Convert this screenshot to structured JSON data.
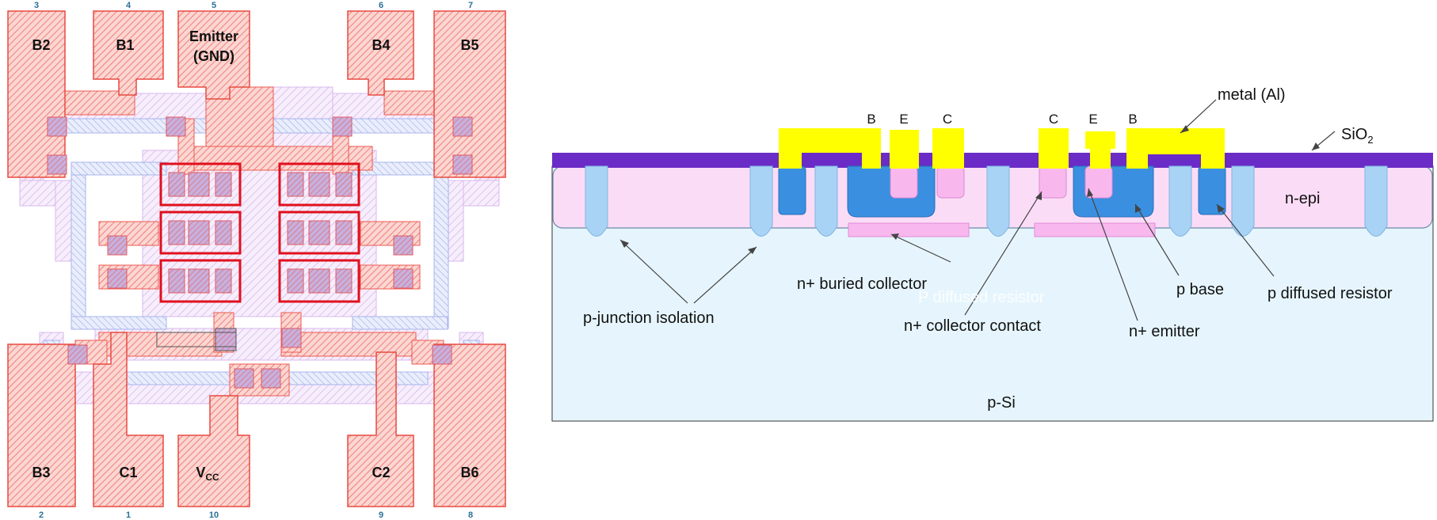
{
  "layout_view": {
    "pads": [
      {
        "id": "b2",
        "label": "B2",
        "pin": "3"
      },
      {
        "id": "b1",
        "label": "B1",
        "pin": "4"
      },
      {
        "id": "emitter",
        "label": "Emitter",
        "label2": "(GND)",
        "pin": "5"
      },
      {
        "id": "b4",
        "label": "B4",
        "pin": "6"
      },
      {
        "id": "b5",
        "label": "B5",
        "pin": "7"
      },
      {
        "id": "b3",
        "label": "B3",
        "pin": "2"
      },
      {
        "id": "c1",
        "label": "C1",
        "pin": "1"
      },
      {
        "id": "vcc",
        "label": "V",
        "sub": "CC",
        "pin": "10"
      },
      {
        "id": "c2",
        "label": "C2",
        "pin": "9"
      },
      {
        "id": "b6",
        "label": "B6",
        "pin": "8"
      }
    ],
    "colors": {
      "metal": "#e8463c",
      "pad_fill": "#f7c9c4",
      "poly": "#c9a2e0",
      "contact": "#b79bd6",
      "device_box": "#e0101e"
    }
  },
  "cross_section": {
    "terminals_left": [
      "B",
      "E",
      "C"
    ],
    "terminals_right": [
      "C",
      "E",
      "B"
    ],
    "labels": {
      "metal": "metal (Al)",
      "sio2": "SiO",
      "sio2_sub": "2",
      "nepi": "n-epi",
      "psi": "p-Si",
      "isolation": "p-junction isolation",
      "buried": "n+ buried collector",
      "collector_contact": "n+ collector contact",
      "emitter": "n+ emitter",
      "base": "p base",
      "resistor": "p diffused resistor",
      "ghost_resistor": "P diffused resistor"
    },
    "colors": {
      "metal": "#ffff00",
      "oxide": "#6a2bc7",
      "nepi": "#fbdcf6",
      "psi": "#e6f5fd",
      "isolation": "#a9d3f5",
      "pbase": "#3a8fe0",
      "nplus": "#f8b8ee"
    }
  }
}
